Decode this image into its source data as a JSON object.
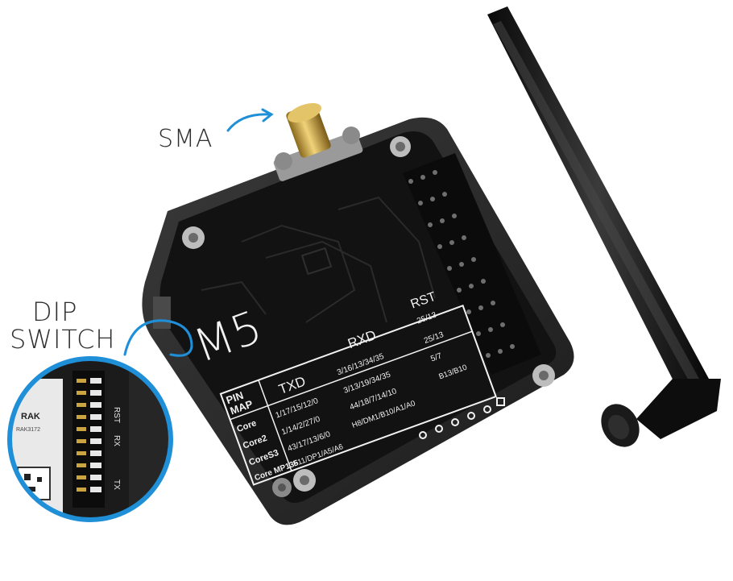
{
  "callouts": {
    "sma": "SMA",
    "dip_line1": "DIP",
    "dip_line2": "SWITCH"
  },
  "board": {
    "logo": "M5",
    "pinmap_title_line1": "PIN",
    "pinmap_title_line2": "MAP",
    "columns": [
      "TXD",
      "RXD",
      "RST"
    ],
    "rows": [
      {
        "name": "Core",
        "txd": "1/17/15/12/0",
        "rxd": "3/16/13/34/35",
        "rst": "25/13"
      },
      {
        "name": "Core2",
        "txd": "1/14/2/27/0",
        "rxd": "3/13/19/34/35",
        "rst": "25/13"
      },
      {
        "name": "CoreS3",
        "txd": "43/17/13/6/0",
        "rxd": "44/18/7/14/10",
        "rst": "5/7"
      },
      {
        "name": "Core MP135",
        "txd": "F11/DP1/A5/A6",
        "rxd": "H8/DM1/B10/A1/A0",
        "rst": "B13/B10"
      }
    ]
  },
  "zoom_inset": {
    "brand": "RAK",
    "model": "RAK3172",
    "switch_labels": [
      "RST",
      "RX",
      "TX"
    ]
  },
  "colors": {
    "board": "#141414",
    "case": "#2b2b2b",
    "accent_blue": "#1f8fd8",
    "silkscreen": "#f2f2f2",
    "brass": "#c9a441"
  }
}
